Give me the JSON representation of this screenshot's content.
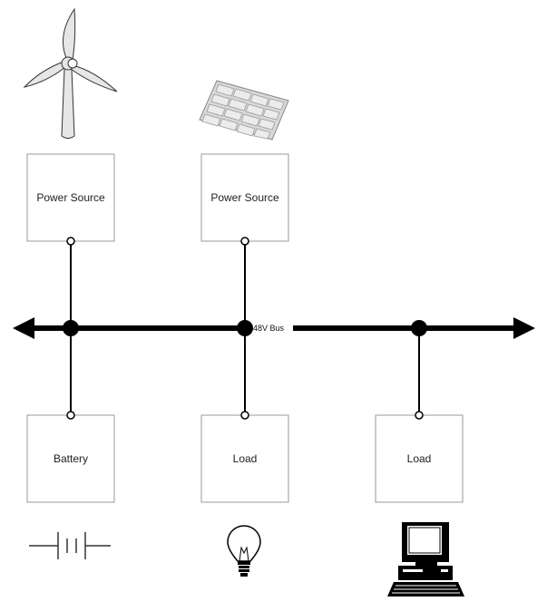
{
  "diagram": {
    "bus_label": "48V Bus",
    "nodes": {
      "wind_source": "Power Source",
      "solar_source": "Power Source",
      "battery": "Battery",
      "load_light": "Load",
      "load_computer": "Load"
    },
    "icons": [
      "wind-turbine-icon",
      "solar-panel-icon",
      "battery-symbol-icon",
      "light-bulb-icon",
      "computer-icon"
    ],
    "colors": {
      "stroke": "#000000",
      "box_border": "#999999",
      "panel": "#d9d9d9"
    }
  }
}
